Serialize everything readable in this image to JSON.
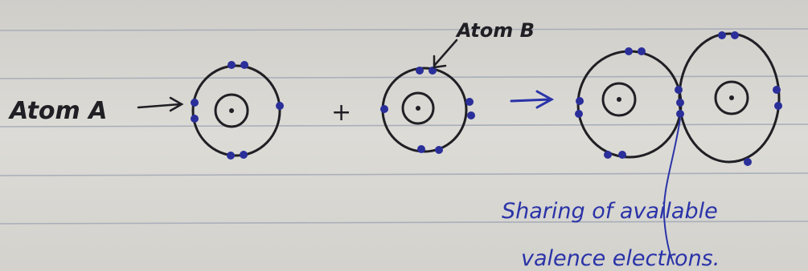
{
  "labels": {
    "atom_a": "Atom A",
    "atom_b": "Atom B",
    "plus": "+",
    "caption_line1": "Sharing of available",
    "caption_line2": "valence electrons."
  },
  "colors": {
    "paper": "#d9d8d3",
    "rule_line": "#a9aeb9",
    "pencil": "#1f1f24",
    "ink_blue": "#2a33a8",
    "electron_blue": "#2b2f9a"
  }
}
